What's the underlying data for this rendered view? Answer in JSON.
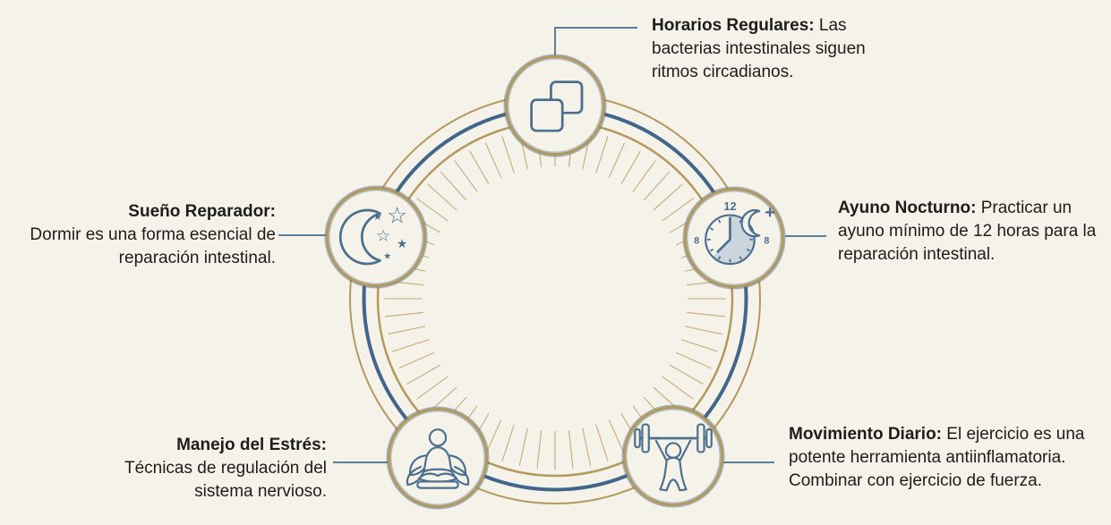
{
  "colors": {
    "background": "#f5f2e9",
    "gold": "#b3995e",
    "blue_ring": "#41668a",
    "icon_stroke": "#4c6f8e",
    "text": "#1d1d1b",
    "connector": "#5f7d97",
    "clock_shade": "#cbd5dd"
  },
  "items": [
    {
      "id": "horarios",
      "icon": "copy-icon",
      "title": "Horarios Regulares:",
      "description": "Las bacterias intestinales siguen ritmos circadianos."
    },
    {
      "id": "ayuno",
      "icon": "clock-night-icon",
      "title": "Ayuno Nocturno:",
      "description": "Practicar un ayuno mínimo de 12 horas para la reparación intestinal.",
      "clock": {
        "top_label": "12",
        "left_label": "8",
        "right_label": "8"
      }
    },
    {
      "id": "movimiento",
      "icon": "barbell-icon",
      "title": "Movimiento Diario:",
      "description": "El ejercicio es una potente herramienta antiinflamatoria. Combinar con ejercicio de fuerza."
    },
    {
      "id": "manejo",
      "icon": "meditation-icon",
      "title": "Manejo del Estrés:",
      "description": "Técnicas de regulación del sistema nervioso."
    },
    {
      "id": "sueno",
      "icon": "moon-stars-icon",
      "title": "Sueño Reparador:",
      "description": "Dormir es una forma esencial de reparación intestinal."
    }
  ]
}
